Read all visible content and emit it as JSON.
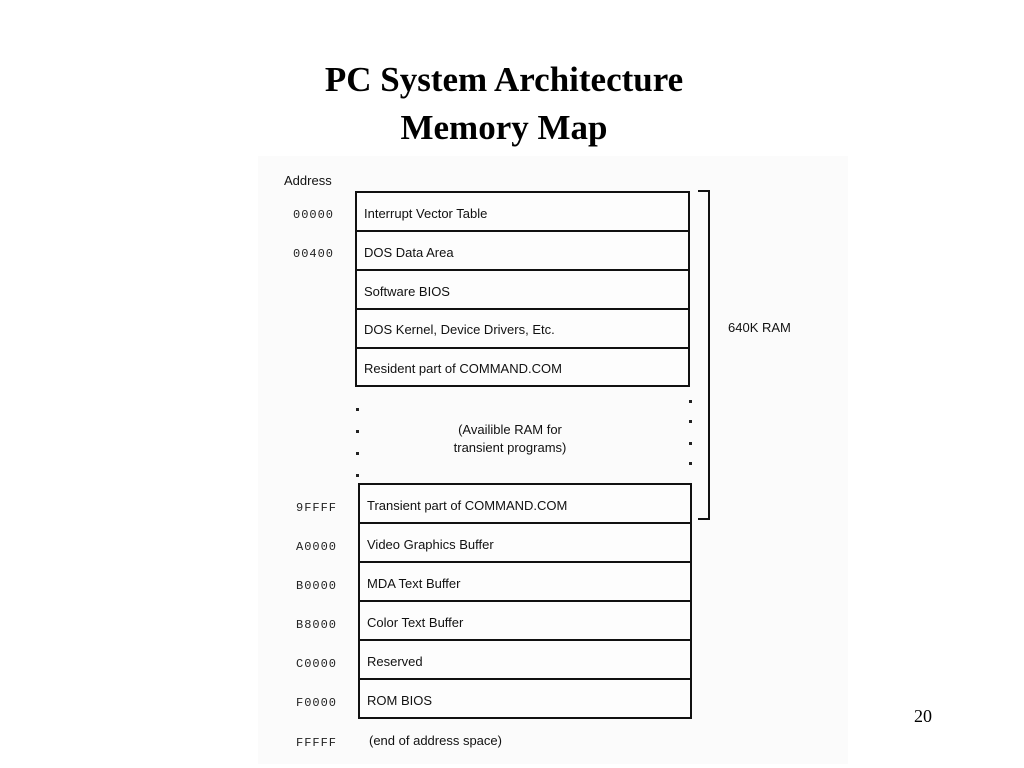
{
  "title": {
    "line1": "PC System Architecture",
    "line2": "Memory Map"
  },
  "diagram": {
    "address_header": "Address",
    "ram_group_label": "640K RAM",
    "available_ram": {
      "line1": "(Availible RAM for",
      "line2": "transient programs)"
    },
    "upper_blocks": [
      {
        "address": "00000",
        "label": "Interrupt Vector Table"
      },
      {
        "address": "00400",
        "label": "DOS Data Area"
      },
      {
        "address": "",
        "label": "Software BIOS"
      },
      {
        "address": "",
        "label": "DOS Kernel, Device Drivers, Etc."
      },
      {
        "address": "",
        "label": "Resident part of COMMAND.COM"
      }
    ],
    "lower_blocks": [
      {
        "address": "9FFFF",
        "label": "Transient part of COMMAND.COM"
      },
      {
        "address": "A0000",
        "label": "Video Graphics Buffer"
      },
      {
        "address": "B0000",
        "label": "MDA Text Buffer"
      },
      {
        "address": "B8000",
        "label": "Color Text Buffer"
      },
      {
        "address": "C0000",
        "label": "Reserved"
      },
      {
        "address": "F0000",
        "label": "ROM BIOS"
      }
    ],
    "end": {
      "address": "FFFFF",
      "label": "(end of address space)"
    }
  },
  "page_number": "20"
}
